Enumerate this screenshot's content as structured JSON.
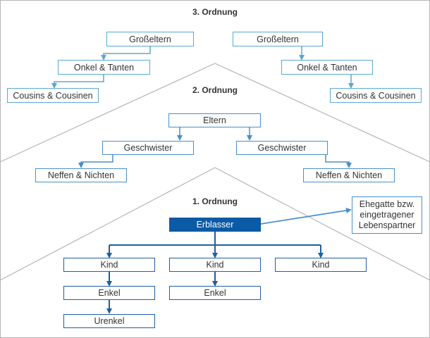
{
  "orders": {
    "third": {
      "heading": "3. Ordnung",
      "grandparents_left": "Großeltern",
      "grandparents_right": "Großeltern",
      "uncles_left": "Onkel & Tanten",
      "uncles_right": "Onkel & Tanten",
      "cousins_left": "Cousins & Cousinen",
      "cousins_right": "Cousins & Cousinen"
    },
    "second": {
      "heading": "2. Ordnung",
      "parents": "Eltern",
      "siblings_left": "Geschwister",
      "siblings_right": "Geschwister",
      "nephews_left": "Neffen & Nichten",
      "nephews_right": "Neffen & Nichten"
    },
    "first": {
      "heading": "1. Ordnung",
      "deceased": "Erblasser",
      "spouse": [
        "Ehegatte bzw.",
        "eingetragener",
        "Lebenspartner"
      ],
      "child_1": "Kind",
      "child_2": "Kind",
      "child_3": "Kind",
      "grandchild_1": "Enkel",
      "grandchild_2": "Enkel",
      "great_grandchild": "Urenkel"
    }
  },
  "colors": {
    "third_order_lines": "#5aa9cf",
    "second_order_lines": "#4a8fc9",
    "first_order_lines": "#1f5fa0",
    "deceased_fill": "#0b5aa6",
    "divider": "#b5b5b5"
  }
}
